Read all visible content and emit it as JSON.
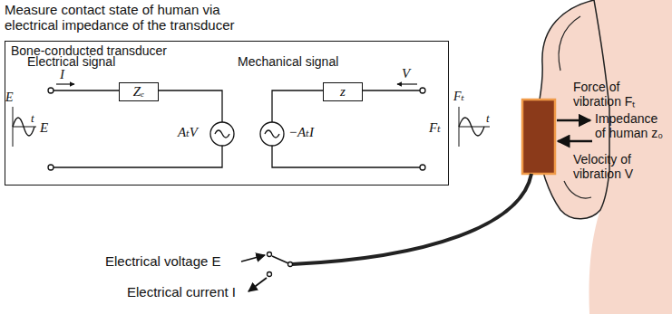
{
  "diagram": {
    "nodes": [
      {
        "text": [
          "Bone-conducted transducer"
        ]
      },
      {
        "text": [
          "Zₑ"
        ],
        "in": 0
      },
      {
        "text": [
          "z"
        ],
        "in": 0
      }
    ],
    "labels": [
      "Measure contact state of human via electrical impedance of the transducer",
      "Electrical signal",
      "Mechanical signal",
      "I",
      "E",
      "E",
      "t",
      "AₜV",
      "−AₜI",
      "V",
      "Fₜ",
      "Fₜ",
      "t",
      "Force of vibration Fₜ",
      "Impedance of human z₀",
      "Velocity of vibration V",
      "Electrical voltage E",
      "Electrical current I"
    ]
  }
}
